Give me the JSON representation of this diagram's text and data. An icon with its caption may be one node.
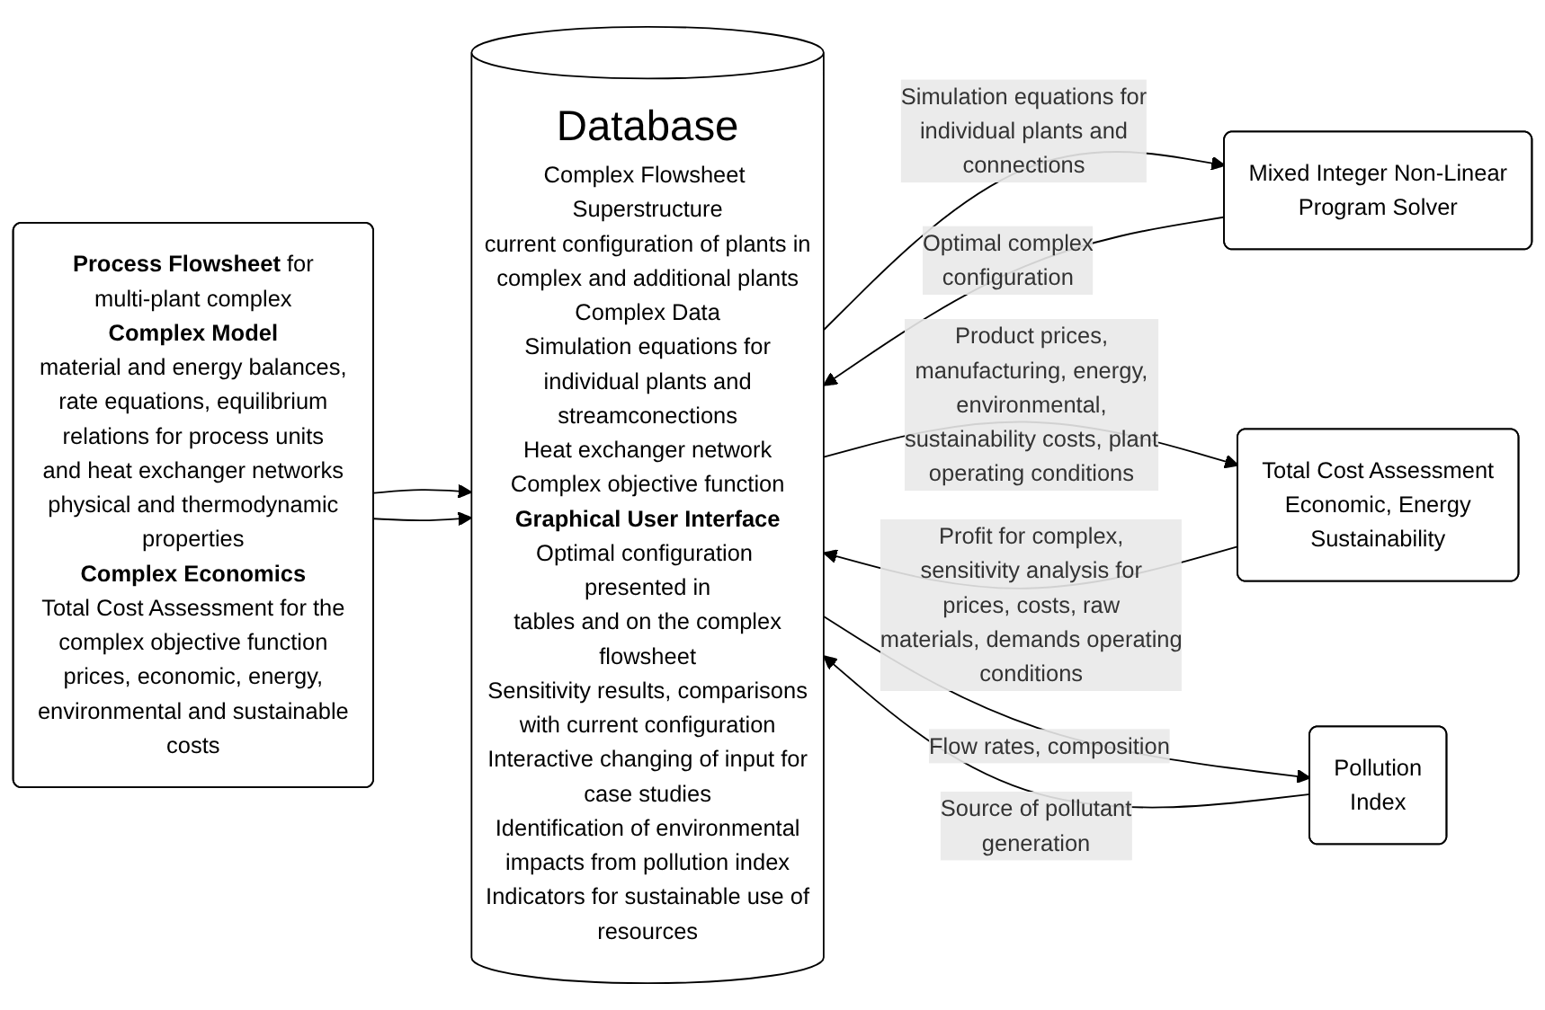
{
  "diagram": {
    "nodes": [
      {
        "text": [
          "**Process Flowsheet** for multi-plant complex",
          "**Complex Model**",
          "material and energy balances, rate equations, equilibrium relations for process units and heat exchanger networks physical and thermodynamic properties",
          "**Complex Economics**",
          "Total Cost Assessment for the complex objective function prices, economic, energy, environmental and sustainable costs"
        ]
      },
      {
        "text": [
          "Database",
          "Complex Flowsheet Superstructure",
          "current configuration of plants in complex and additional plants",
          "Complex Data",
          "Simulation equations for individual plants and streamconections",
          "Heat exchanger network",
          "Complex objective function",
          "**Graphical User Interface**",
          "Optimal configuration presented in tables and on the complex flowsheet",
          "Sensitivity results, comparisons with current configuration",
          "Interactive changing of input for case studies",
          "Identification of environmental impacts from pollution index",
          "Indicators for sustainable use of resources"
        ]
      },
      {
        "text": [
          "Mixed Integer Non-Linear Program Solver"
        ]
      },
      {
        "text": [
          "Total Cost Assessment",
          "Economic, Energy Sustainability"
        ]
      },
      {
        "text": [
          "Pollution Index"
        ]
      }
    ],
    "edges": [
      {
        "from": 0,
        "to": 1,
        "arrow": "to"
      },
      {
        "from": 0,
        "to": 1,
        "arrow": "to"
      },
      {
        "from": 1,
        "to": 2,
        "arrow": "to",
        "label": "Simulation equations for individual plants and connections"
      },
      {
        "from": 2,
        "to": 1,
        "arrow": "to",
        "label": "Optimal complex configuration"
      },
      {
        "from": 1,
        "to": 3,
        "arrow": "to",
        "label": "Product prices, manufacturing, energy, environmental, sustainability costs, plant operating conditions"
      },
      {
        "from": 3,
        "to": 1,
        "arrow": "to",
        "label": "Profit for complex, sensitivity analysis for prices, costs, raw materials, demands operating conditions"
      },
      {
        "from": 1,
        "to": 4,
        "arrow": "to",
        "label": "Flow rates, composition"
      },
      {
        "from": 4,
        "to": 1,
        "arrow": "to",
        "label": "Source of pollutant generation"
      }
    ]
  }
}
